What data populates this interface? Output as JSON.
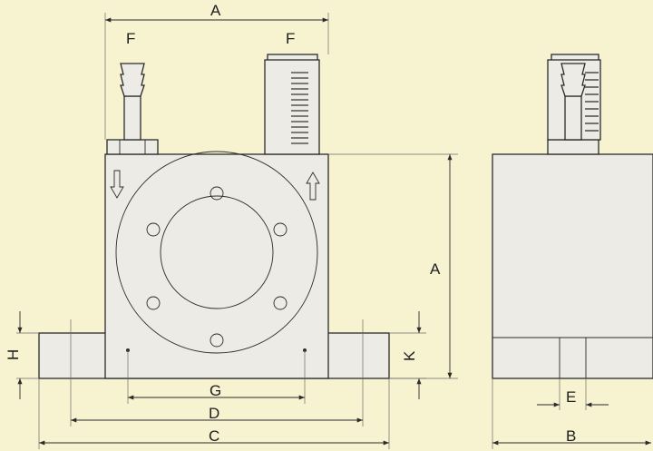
{
  "labels": {
    "a_top": "A",
    "f_left": "F",
    "f_right": "F",
    "a_side": "A",
    "h": "H",
    "k": "K",
    "g": "G",
    "d": "D",
    "c": "C",
    "e": "E",
    "b": "B"
  },
  "colors": {
    "background": "#f7f2cf",
    "part_fill": "#ecebe6",
    "line": "#2b2b2b"
  }
}
